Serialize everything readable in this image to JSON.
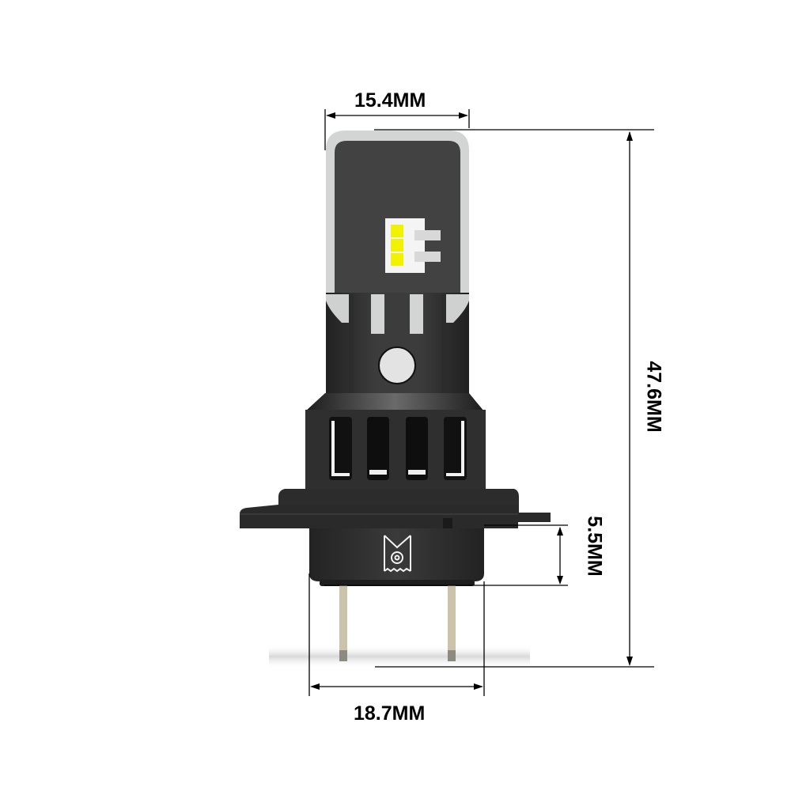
{
  "diagram": {
    "subject": "H7 LED headlight bulb",
    "dimensions": {
      "top_width": "15.4MM",
      "total_height": "47.6MM",
      "base_offset": "5.5MM",
      "base_width": "18.7MM"
    },
    "logo": "M-target-logo",
    "colors": {
      "background": "#ffffff",
      "body_dark": "#3a3a3a",
      "body_darker": "#262626",
      "silver_rim": "#d4d6d5",
      "led_chip": "#f2f200",
      "led_board": "#f4f4f4",
      "pins": "#c9c2a8",
      "dimension_line": "#000000"
    }
  }
}
